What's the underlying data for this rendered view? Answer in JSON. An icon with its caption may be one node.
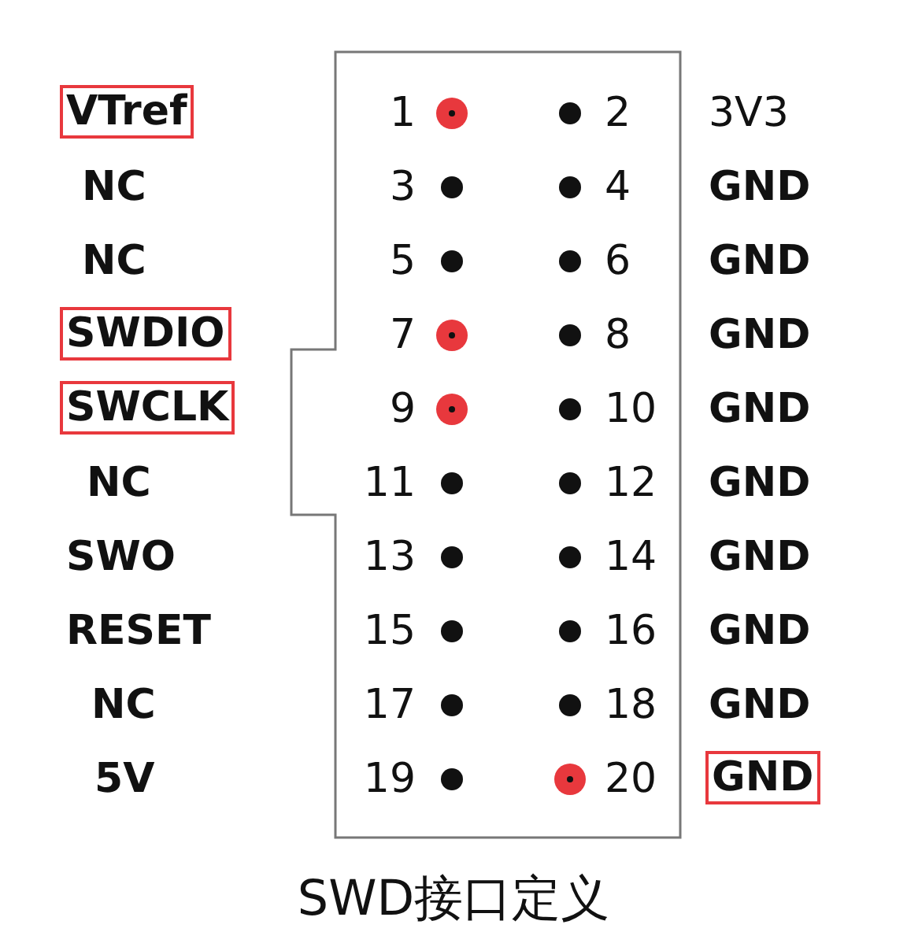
{
  "diagram": {
    "caption": "SWD接口定义",
    "nodes": [
      {
        "text": [
          "VTref"
        ]
      },
      {
        "text": [
          "SWDIO"
        ]
      },
      {
        "text": [
          "SWCLK"
        ]
      },
      {
        "text": [
          "GND"
        ]
      }
    ],
    "labels": [
      "1",
      "2",
      "3V3",
      "NC",
      "3",
      "4",
      "GND",
      "NC",
      "5",
      "6",
      "GND",
      "7",
      "8",
      "GND",
      "9",
      "10",
      "GND",
      "NC",
      "11",
      "12",
      "GND",
      "SWO",
      "13",
      "14",
      "GND",
      "RESET",
      "15",
      "16",
      "GND",
      "NC",
      "17",
      "18",
      "GND",
      "5V",
      "19",
      "20"
    ]
  }
}
